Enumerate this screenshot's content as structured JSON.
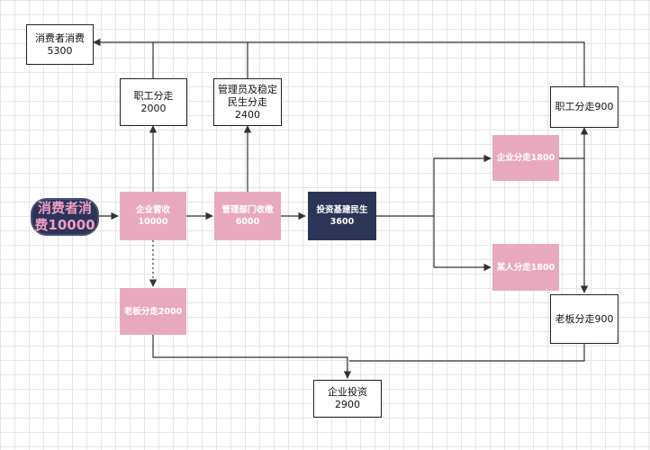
{
  "nodes": {
    "consumer_spend": {
      "line1": "消费者消费",
      "line2": "5300"
    },
    "staff_share_a": {
      "line1": "职工分走",
      "line2": "2000"
    },
    "admin_share": {
      "line1": "管理员及稳定",
      "line2": "民生分走",
      "line3": "2400"
    },
    "staff_share_b": {
      "line1": "职工分走900"
    },
    "start": {
      "line1": "消费者消",
      "line2": "费10000"
    },
    "enterprise_revenue": {
      "line1": "企业营收",
      "line2": "10000"
    },
    "admin_tax": {
      "line1": "管理部门收缴",
      "line2": "6000"
    },
    "infra_invest": {
      "line1": "投资基建民生",
      "line2": "3600"
    },
    "enterprise_share": {
      "line1": "企业分走1800"
    },
    "someone_share": {
      "line1": "某人分走1800"
    },
    "boss_share_a": {
      "line1": "老板分走2000"
    },
    "boss_share_b": {
      "line1": "老板分走900"
    },
    "enterprise_invest": {
      "line1": "企业投资",
      "line2": "2900"
    }
  },
  "colors": {
    "pink": "#e8a9bf",
    "dark": "#2c3558",
    "pill_text": "#f19ec2",
    "edge": "#333333"
  }
}
